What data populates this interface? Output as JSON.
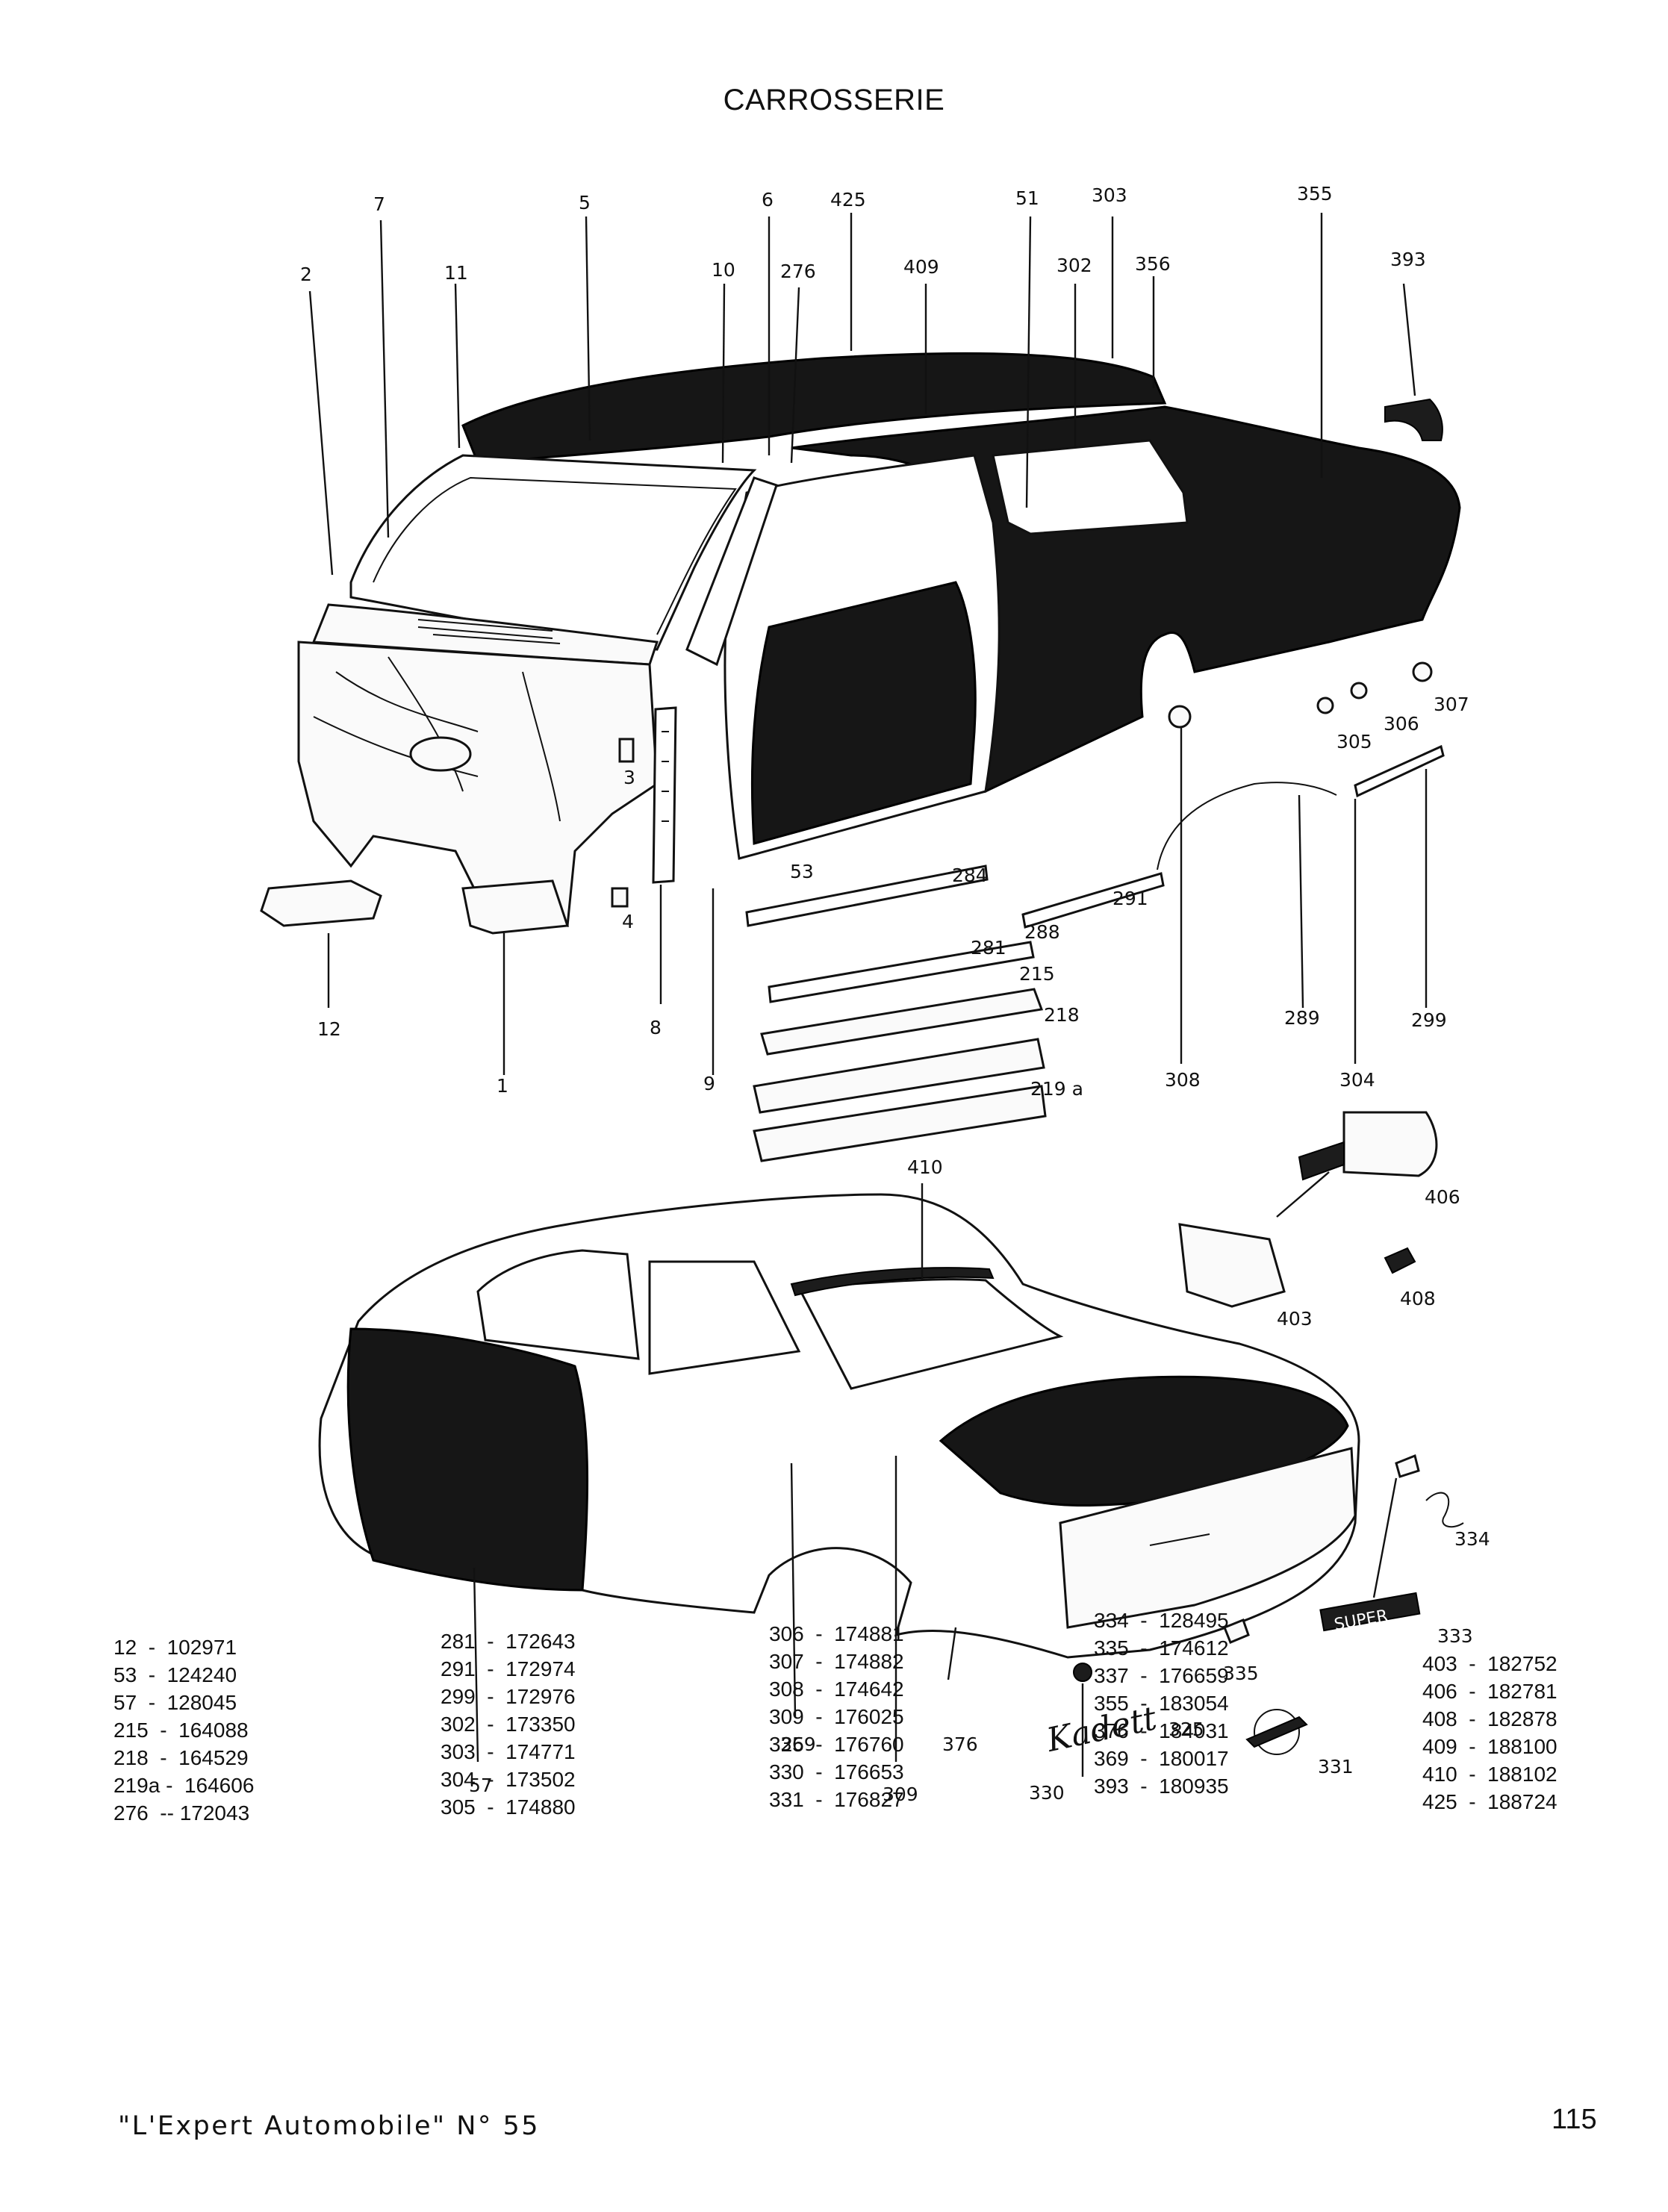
{
  "title": "CARROSSERIE",
  "upper_callouts": [
    {
      "label": "2",
      "id": "c2"
    },
    {
      "label": "7",
      "id": "c7"
    },
    {
      "label": "11",
      "id": "c11"
    },
    {
      "label": "5",
      "id": "c5"
    },
    {
      "label": "10",
      "id": "c10"
    },
    {
      "label": "6",
      "id": "c6"
    },
    {
      "label": "276",
      "id": "c276"
    },
    {
      "label": "425",
      "id": "c425"
    },
    {
      "label": "409",
      "id": "c409"
    },
    {
      "label": "51",
      "id": "c51"
    },
    {
      "label": "302",
      "id": "c302"
    },
    {
      "label": "303",
      "id": "c303"
    },
    {
      "label": "356",
      "id": "c356"
    },
    {
      "label": "355",
      "id": "c355"
    },
    {
      "label": "393",
      "id": "c393"
    },
    {
      "label": "3",
      "id": "c3"
    },
    {
      "label": "4",
      "id": "c4"
    },
    {
      "label": "8",
      "id": "c8"
    },
    {
      "label": "9",
      "id": "c9"
    },
    {
      "label": "12",
      "id": "c12"
    },
    {
      "label": "1",
      "id": "c1"
    },
    {
      "label": "53",
      "id": "c53"
    },
    {
      "label": "284",
      "id": "c284"
    },
    {
      "label": "288",
      "id": "c288"
    },
    {
      "label": "291",
      "id": "c291"
    },
    {
      "label": "281",
      "id": "c281"
    },
    {
      "label": "215",
      "id": "c215"
    },
    {
      "label": "218",
      "id": "c218"
    },
    {
      "label": "219 a",
      "id": "c219a"
    },
    {
      "label": "305",
      "id": "c305"
    },
    {
      "label": "306",
      "id": "c306"
    },
    {
      "label": "307",
      "id": "c307"
    },
    {
      "label": "308",
      "id": "c308"
    },
    {
      "label": "289",
      "id": "c289"
    },
    {
      "label": "304",
      "id": "c304"
    },
    {
      "label": "299",
      "id": "c299"
    }
  ],
  "lower_callouts": [
    {
      "label": "410",
      "id": "c410"
    },
    {
      "label": "406",
      "id": "c406"
    },
    {
      "label": "403",
      "id": "c403"
    },
    {
      "label": "408",
      "id": "c408"
    },
    {
      "label": "334",
      "id": "c334"
    },
    {
      "label": "333",
      "id": "c333"
    },
    {
      "label": "335",
      "id": "c335"
    },
    {
      "label": "325",
      "id": "c325"
    },
    {
      "label": "331",
      "id": "c331"
    },
    {
      "label": "330",
      "id": "c330"
    },
    {
      "label": "369",
      "id": "c369"
    },
    {
      "label": "376",
      "id": "c376"
    },
    {
      "label": "309",
      "id": "c309"
    },
    {
      "label": "57",
      "id": "c57"
    }
  ],
  "emblem_texts": {
    "script": "Kadett",
    "badge": "SUPER"
  },
  "parts_table": [
    [
      "12  -  102971",
      "53  -  124240",
      "57  -  128045",
      "215  -  164088",
      "218  -  164529",
      "219a -  164606",
      "276  -- 172043"
    ],
    [
      "281  -  172643",
      "291  -  172974",
      "299  -  172976",
      "302  -  173350",
      "303  -  174771",
      "304  -  173502",
      "305  -  174880"
    ],
    [
      "306  -  174881",
      "307  -  174882",
      "308  -  174642",
      "309  -  176025",
      "325  -  176760",
      "330  -  176653",
      "331  -  176827"
    ],
    [
      "334  -  128495",
      "335  -  174612",
      "337  -  176659",
      "355  -  183054",
      "376  -  184031",
      "369  -  180017",
      "393  -  180935"
    ],
    [
      "403  -  182752",
      "406  -  182781",
      "408  -  182878",
      "409  -  188100",
      "410  -  188102",
      "425  -  188724"
    ]
  ],
  "footer": {
    "publication": "\"L'Expert Automobile\" N° 55",
    "page_number": "115"
  }
}
